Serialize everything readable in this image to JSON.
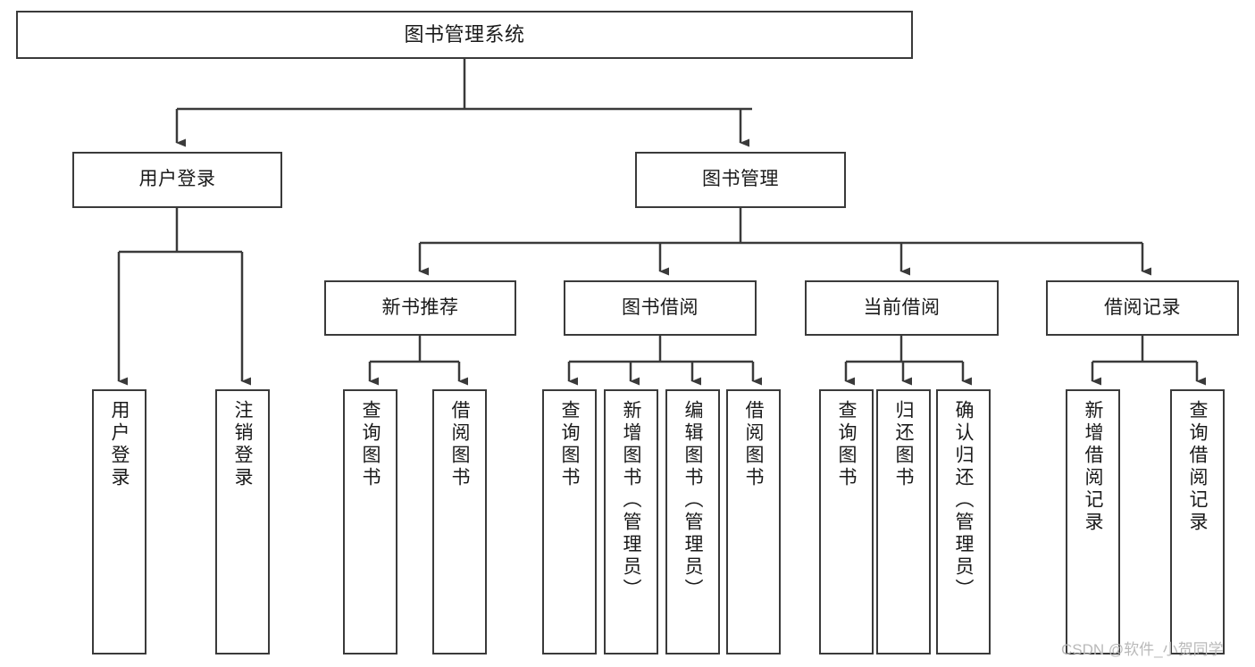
{
  "diagram": {
    "type": "tree",
    "title": "图书管理系统",
    "watermark": "CSDN @软件_小贺同学",
    "colors": {
      "box_border": "#3a3a3a",
      "box_fill": "#ffffff",
      "connector": "#3a3a3a",
      "text": "#1a1a1a",
      "watermark": "#b9b9b9"
    },
    "nodes": {
      "root": {
        "label": "图书管理系统"
      },
      "level2": [
        {
          "label": "用户登录"
        },
        {
          "label": "图书管理"
        }
      ],
      "level3": [
        {
          "label": "新书推荐"
        },
        {
          "label": "图书借阅"
        },
        {
          "label": "当前借阅"
        },
        {
          "label": "借阅记录"
        }
      ],
      "leaves": {
        "user_login": [
          {
            "label": "用户登录"
          },
          {
            "label": "注销登录"
          }
        ],
        "new_book": [
          {
            "label": "查询图书"
          },
          {
            "label": "借阅图书"
          }
        ],
        "book_borrow": [
          {
            "label": "查询图书"
          },
          {
            "label": "新增图书（管理员）"
          },
          {
            "label": "编辑图书（管理员）"
          },
          {
            "label": "借阅图书"
          }
        ],
        "current_borrow": [
          {
            "label": "查询图书"
          },
          {
            "label": "归还图书"
          },
          {
            "label": "确认归还（管理员）"
          }
        ],
        "borrow_record": [
          {
            "label": "新增借阅记录"
          },
          {
            "label": "查询借阅记录"
          }
        ]
      }
    }
  }
}
